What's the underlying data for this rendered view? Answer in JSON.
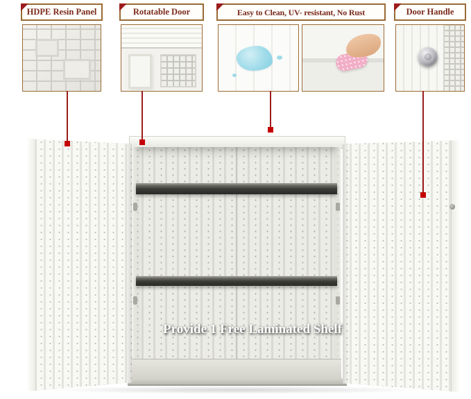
{
  "callouts": [
    {
      "label": "HDPE Resin Panel",
      "image": "hdpe-resin-panel-texture-photo"
    },
    {
      "label": "Rotatable Door",
      "image": "open-door-corner-photo"
    },
    {
      "label": "Easy to Clean, UV- resistant, No Rust",
      "images": [
        "water-spill-on-panel-photo",
        "hand-wiping-with-pink-cloth-photo"
      ]
    },
    {
      "label": "Door Handle",
      "image": "round-metal-knob-photo"
    }
  ],
  "product": {
    "caption": "Provide 1 Free Laminated Shelf"
  },
  "colors": {
    "callout_border": "#9a6a33",
    "label_text": "#7a2a1c",
    "leader_line": "#9c1c1c",
    "marker_red": "#c40000",
    "shelf_dark": "#3a3a37",
    "cabinet_white": "#f4f4f0"
  }
}
